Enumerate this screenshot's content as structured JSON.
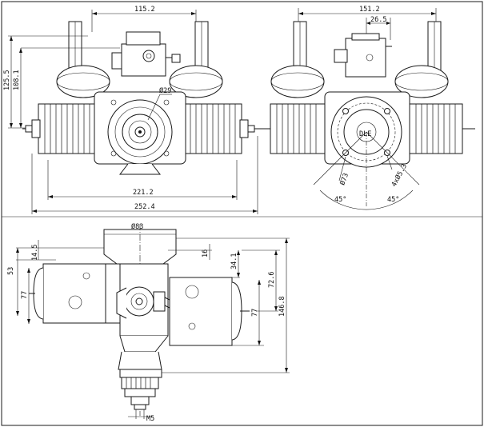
{
  "drawing": {
    "front_view": {
      "dim_top": "115.2",
      "dim_height_outer": "125.5",
      "dim_height_inner": "108.1",
      "dim_hub": "Ø29",
      "dim_width_inner": "221.2",
      "dim_width_outer": "252.4"
    },
    "rear_view": {
      "dim_top": "151.2",
      "dim_offset": "26.5",
      "dim_circle": "Ø73",
      "dim_holes": "4xØ5.3",
      "angle_left": "45°",
      "angle_right": "45°",
      "plate_text": "DLE"
    },
    "top_view": {
      "dim_top": "Ø83",
      "dim_left_small": "14.5",
      "dim_left_big": "53",
      "dim_left_mid": "77",
      "dim_16": "16",
      "dim_34": "34.1",
      "dim_72": "72.6",
      "dim_right_mid": "77",
      "dim_overall": "146.8",
      "dim_thread": "M5"
    }
  }
}
